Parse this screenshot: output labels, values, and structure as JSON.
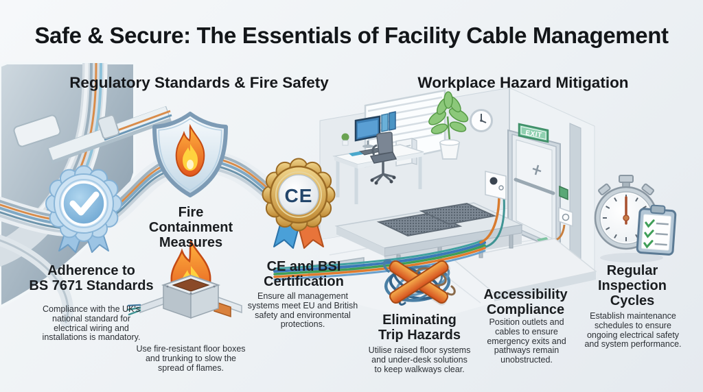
{
  "title": "Safe & Secure: The Essentials of Facility Cable Management",
  "sections": {
    "regulatory": {
      "header": "Regulatory Standards & Fire Safety"
    },
    "workplace": {
      "header": "Workplace Hazard Mitigation"
    }
  },
  "items": [
    {
      "id": "bs7671",
      "icon": "ribbon-check-badge",
      "title": "Adherence to\nBS 7671 Standards",
      "body": "Compliance with the UK's national standard for electrical wiring and installations is mandatory."
    },
    {
      "id": "fire-containment",
      "icon": "fire-shield",
      "title": "Fire\nContainment\nMeasures",
      "body": "Use fire-resistant floor boxes and trunking to slow the spread of flames."
    },
    {
      "id": "certification",
      "icon": "ce-rosette",
      "title": "CE and BSI\nCertification",
      "body": "Ensure all management systems meet EU and British safety and environmental protections."
    },
    {
      "id": "trip-hazards",
      "icon": "tangled-cables-x",
      "title": "Eliminating\nTrip Hazards",
      "body": "Utilise raised floor systems and under-desk solutions to keep walkways clear."
    },
    {
      "id": "accessibility",
      "icon": "none",
      "title": "Accessibility\nCompliance",
      "body": "Position outlets and cables to ensure emergency exits and pathways remain unobstructed."
    },
    {
      "id": "inspection",
      "icon": "stopwatch-checklist",
      "title": "Regular\nInspection\nCycles",
      "body": "Establish maintenance schedules to ensure ongoing electrical safety and system performance."
    }
  ],
  "scene": {
    "exit_sign_label": "EXIT",
    "ce_mark_label": "CE"
  },
  "colors": {
    "background": "#edf1f4",
    "heading": "#16181b",
    "body_text": "#2b2f34",
    "panel_slate": "#8299aa",
    "exit_green": "#3f8f68",
    "flame_orange": "#e8731e",
    "flame_yellow": "#ffd23e",
    "badge_blue": "#7fb2dd",
    "gold": "#c9953c",
    "cable_blue": "#3b79b8",
    "cable_orange": "#e07b2e",
    "cable_green": "#3f9e57",
    "cable_teal": "#3f9494"
  }
}
